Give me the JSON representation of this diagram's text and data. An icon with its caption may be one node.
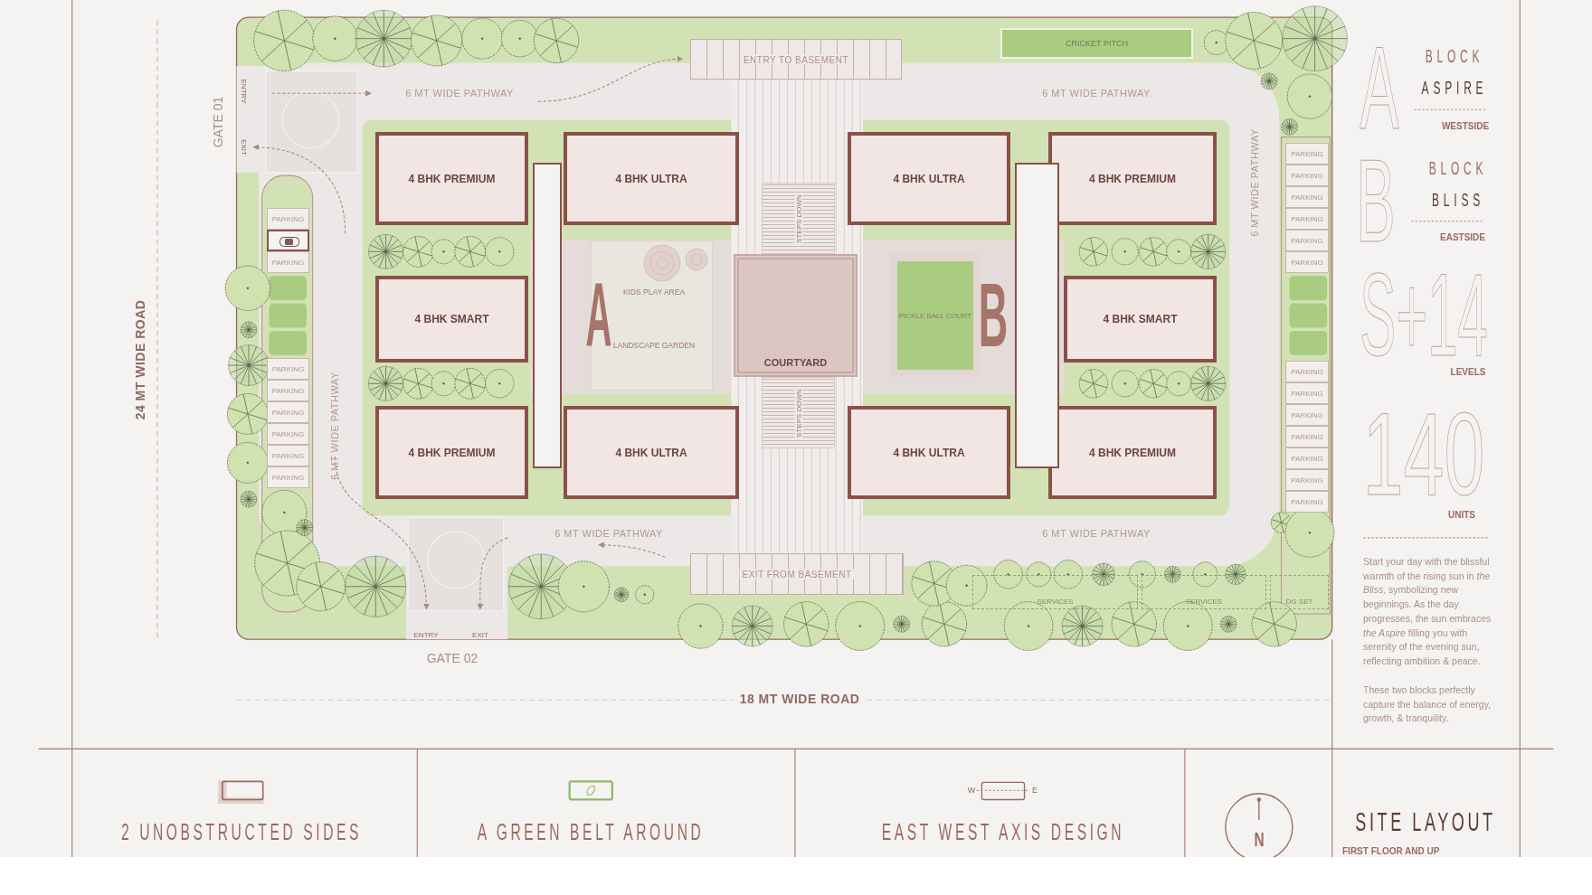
{
  "diagram": {
    "title": "SITE LAYOUT",
    "nodes": [
      {
        "text": [
          "CRICKET PITCH"
        ]
      },
      {
        "text": [
          "ENTRY TO BASEMENT"
        ]
      },
      {
        "text": [
          "4 BHK PREMIUM"
        ]
      },
      {
        "text": [
          "4 BHK ULTRA"
        ]
      },
      {
        "text": [
          "4 BHK ULTRA"
        ]
      },
      {
        "text": [
          "4 BHK PREMIUM"
        ]
      },
      {
        "text": [
          "STEPS DOWN"
        ]
      },
      {
        "text": [
          "KIDS PLAY AREA",
          "LANDSCAPE GARDEN"
        ]
      },
      {
        "text": [
          "COURTYARD"
        ]
      },
      {
        "text": [
          "PICKLE BALL COURT"
        ]
      },
      {
        "text": [
          "4 BHK SMART"
        ]
      },
      {
        "text": [
          "4 BHK SMART"
        ]
      },
      {
        "text": [
          "STEPS DOWN"
        ]
      },
      {
        "text": [
          "4 BHK PREMIUM"
        ]
      },
      {
        "text": [
          "4 BHK ULTRA"
        ]
      },
      {
        "text": [
          "4 BHK ULTRA"
        ]
      },
      {
        "text": [
          "4 BHK PREMIUM"
        ]
      },
      {
        "text": [
          "EXIT FROM BASEMENT"
        ]
      },
      {
        "text": [
          "PARKING"
        ]
      },
      {
        "text": [],
        "shape": "box"
      },
      {
        "text": [
          "PARKING"
        ]
      },
      {
        "text": [
          "PARKING"
        ]
      },
      {
        "text": [
          "PARKING"
        ]
      },
      {
        "text": [
          "PARKING"
        ]
      },
      {
        "text": [
          "PARKING"
        ]
      },
      {
        "text": [
          "PARKING"
        ]
      },
      {
        "text": [
          "PARKING"
        ]
      },
      {
        "text": [
          "PARKING"
        ]
      },
      {
        "text": [
          "PARKING"
        ]
      },
      {
        "text": [
          "PARKING"
        ]
      },
      {
        "text": [
          "PARKING"
        ]
      },
      {
        "text": [
          "PARKING"
        ]
      },
      {
        "text": [
          "PARKING"
        ]
      },
      {
        "text": [
          "PARKING"
        ]
      },
      {
        "text": [
          "PARKING"
        ]
      },
      {
        "text": [
          "PARKING"
        ]
      },
      {
        "text": [
          "PARKING"
        ]
      },
      {
        "text": [
          "PARKING"
        ]
      },
      {
        "text": [
          "PARKING"
        ]
      },
      {
        "text": [
          "PARKING"
        ]
      },
      {
        "text": [
          "SERVICES"
        ]
      },
      {
        "text": [
          "SERVICES"
        ]
      },
      {
        "text": [
          "DG SET"
        ]
      },
      {
        "text": [],
        "shape": "box"
      },
      {
        "text": [],
        "shape": "box"
      }
    ],
    "labels": [
      "GATE 01",
      "ENTRY",
      "EXIT",
      "6 MT WIDE PATHWAY",
      "6 MT WIDE PATHWAY",
      "6 MT WIDE PATHWAY",
      "A",
      "B",
      "24 MT WIDE ROAD",
      "6 MT WIDE PATHWAY",
      "6 MT WIDE PATHWAY",
      "6 MT WIDE PATHWAY",
      "ENTRY",
      "EXIT",
      "GATE 02",
      "18 MT WIDE ROAD",
      "A",
      "BLOCK",
      "ASPIRE",
      "WESTSIDE",
      "B",
      "BLOCK",
      "BLISS",
      "EASTSIDE",
      "S+14",
      "LEVELS",
      "140",
      "UNITS",
      "Start your day with the blissful warmth of the rising sun in *the Bliss,* symbolizing new beginnings. As the day progresses, the sun embraces *the Aspire* filling you with serenity of the evening sun, reflecting ambition & peace.",
      "These two blocks perfectly capture the balance of energy, growth, & tranquility.",
      "2 UNOBSTRUCTED SIDES",
      "W",
      "E",
      "A GREEN BELT AROUND",
      "EAST WEST AXIS DESIGN",
      "N",
      "FIRST FLOOR AND UP"
    ]
  }
}
